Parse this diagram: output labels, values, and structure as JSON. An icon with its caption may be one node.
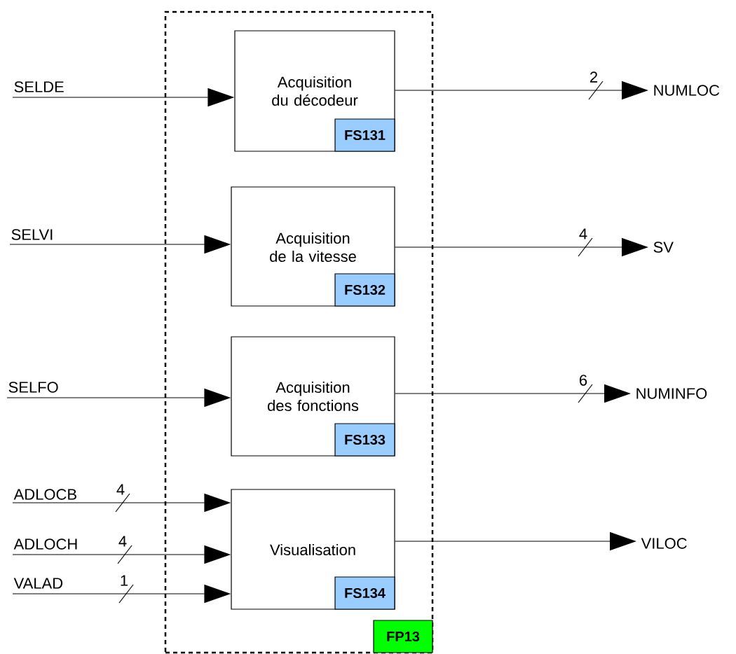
{
  "diagram": {
    "nodes": [
      {
        "text": [
          "FP13"
        ]
      },
      {
        "text": [
          "Acquisition du décodeur",
          "FS131"
        ],
        "in": 0
      },
      {
        "text": [
          "Acquisition de la vitesse",
          "FS132"
        ],
        "in": 0
      },
      {
        "text": [
          "Acquisition des fonctions",
          "FS133"
        ],
        "in": 0
      },
      {
        "text": [
          "Visualisation",
          "FS134"
        ],
        "in": 0
      },
      {
        "text": [
          "SELDE"
        ]
      },
      {
        "text": [
          "SELVI"
        ]
      },
      {
        "text": [
          "SELFO"
        ]
      },
      {
        "text": [
          "ADLOCB"
        ]
      },
      {
        "text": [
          "ADLOCH"
        ]
      },
      {
        "text": [
          "VALAD"
        ]
      },
      {
        "text": [
          "NUMLOC"
        ]
      },
      {
        "text": [
          "SV"
        ]
      },
      {
        "text": [
          "NUMINFO"
        ]
      },
      {
        "text": [
          "VILOC"
        ]
      }
    ],
    "edges": [
      {
        "from": 5,
        "to": 1,
        "arrow": "to"
      },
      {
        "from": 6,
        "to": 2,
        "arrow": "to"
      },
      {
        "from": 7,
        "to": 3,
        "arrow": "to"
      },
      {
        "from": 8,
        "to": 4,
        "arrow": "to",
        "label": "4"
      },
      {
        "from": 9,
        "to": 4,
        "arrow": "to",
        "label": "4"
      },
      {
        "from": 10,
        "to": 4,
        "arrow": "to",
        "label": "1"
      },
      {
        "from": 1,
        "to": 11,
        "arrow": "to",
        "label": "2"
      },
      {
        "from": 2,
        "to": 12,
        "arrow": "to",
        "label": "4"
      },
      {
        "from": 3,
        "to": 13,
        "arrow": "to",
        "label": "6"
      },
      {
        "from": 4,
        "to": 14,
        "arrow": "to"
      }
    ]
  }
}
